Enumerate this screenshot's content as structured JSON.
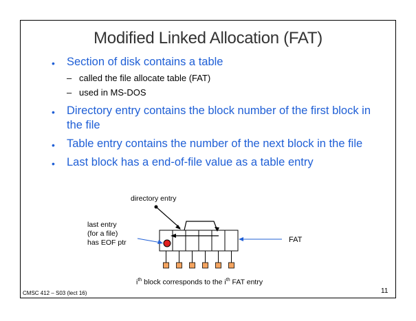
{
  "slide": {
    "title": "Modified Linked Allocation (FAT)",
    "bullets": [
      {
        "text": "Section of disk contains a table",
        "subs": [
          "called the file allocate table (FAT)",
          "used in MS-DOS"
        ]
      },
      {
        "text": "Directory entry contains the block number of the first block in the file",
        "subs": []
      },
      {
        "text": "Table entry contains the number of the next block in the file",
        "subs": []
      },
      {
        "text": "Last block has a end-of-file value as a table entry",
        "subs": []
      }
    ],
    "bullet_symbol": "•",
    "sub_symbol": "–",
    "diagram": {
      "directory_entry_label": "directory entry",
      "last_entry_label_line1": "last entry",
      "last_entry_label_line2": "(for a file)",
      "last_entry_label_line3": "has EOF ptr",
      "fat_label": "FAT",
      "caption_i1": "i",
      "caption_sup1": "th",
      "caption_mid": " block corresponds to the i",
      "caption_sup2": "th",
      "caption_end": " FAT entry",
      "block_color": "#f4a460",
      "eof_color": "#e02020"
    },
    "footer": "CMSC 412 – S03 (lect 16)",
    "page_number": "11"
  }
}
